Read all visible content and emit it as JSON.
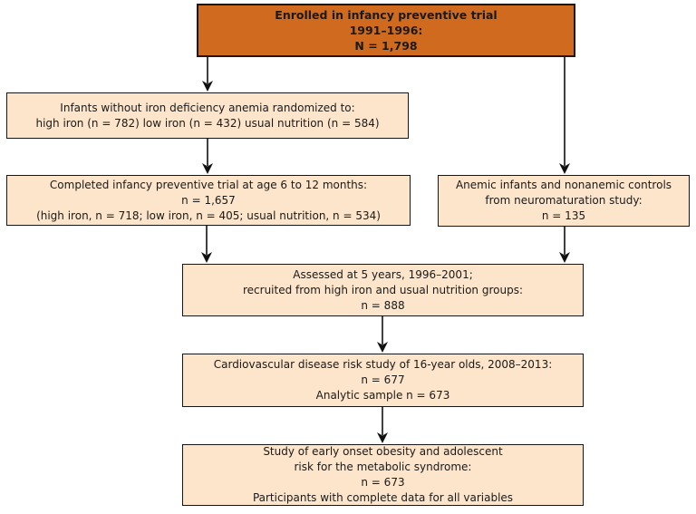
{
  "figure": {
    "type": "flowchart",
    "description": "Participant enrollment flow diagram for infancy preventive trial follow-up studies"
  },
  "colors": {
    "canvas_bg": "#ffffff",
    "title_box_bg": "#d06a1e",
    "box_bg": "#fce5cb",
    "box_border": "#161616",
    "text": "#1a1a1a",
    "arrow": "#111111"
  },
  "boxes": {
    "title": {
      "lines": [
        "Enrolled in infancy preventive trial",
        "1991–1996:",
        "N = 1,798"
      ]
    },
    "randomized": {
      "lines": [
        "Infants without iron deficiency anemia randomized to:",
        "high iron (n = 782) low iron (n = 432) usual nutrition (n = 584)"
      ]
    },
    "completed": {
      "lines": [
        "Completed infancy preventive trial at age 6 to 12 months:",
        "n = 1,657",
        "(high iron, n = 718; low iron, n = 405; usual nutrition, n = 534)"
      ]
    },
    "anemic": {
      "lines": [
        "Anemic infants and nonanemic controls",
        "from neuromaturation study:",
        "n = 135"
      ]
    },
    "assessed": {
      "lines": [
        "Assessed at 5 years, 1996–2001;",
        "recruited from high iron and usual nutrition groups:",
        "n = 888"
      ]
    },
    "cardio": {
      "lines": [
        "Cardiovascular disease risk study of 16-year olds, 2008–2013:",
        "n = 677",
        "Analytic sample n = 673"
      ]
    },
    "obesity": {
      "lines": [
        "Study of early onset obesity and adolescent",
        "risk for the metabolic syndrome:",
        "n = 673",
        "Participants with complete data for all variables"
      ]
    }
  }
}
